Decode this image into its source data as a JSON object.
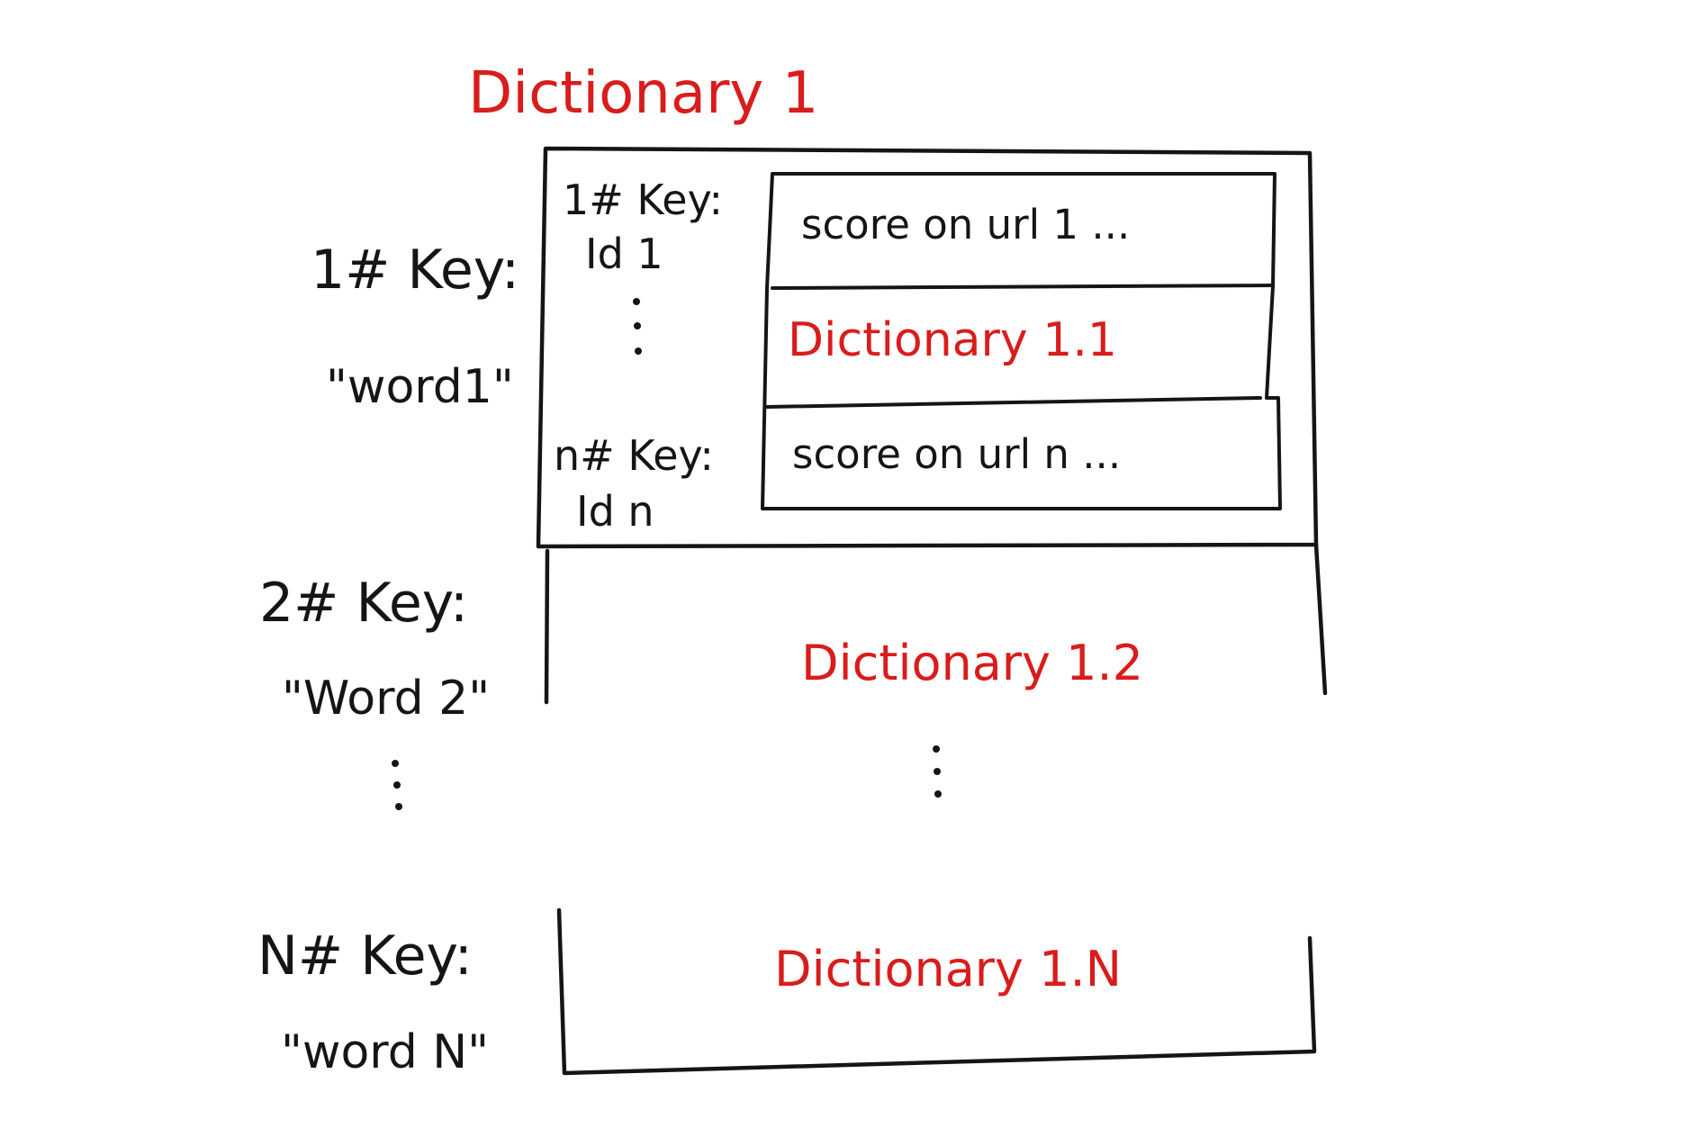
{
  "title": "Dictionary 1",
  "outer_keys": [
    {
      "key": "1# Key:",
      "word": "\"word1\""
    },
    {
      "key": "2# Key:",
      "word": "\"Word 2\""
    },
    {
      "key": "N# Key:",
      "word": "\"word N\""
    }
  ],
  "inner_keys": [
    {
      "key": "1# Key:",
      "id": "Id 1"
    },
    {
      "key": "n# Key:",
      "id": "Id n"
    }
  ],
  "inner_cells": {
    "row1": "score on url 1 ...",
    "row2": "Dictionary 1.1",
    "row3": "score on url n ..."
  },
  "sub_dictionaries": {
    "second": "Dictionary 1.2",
    "last": "Dictionary 1.N"
  },
  "colors": {
    "red": "#d91c1c",
    "ink": "#151515",
    "background": "#ffffff"
  }
}
